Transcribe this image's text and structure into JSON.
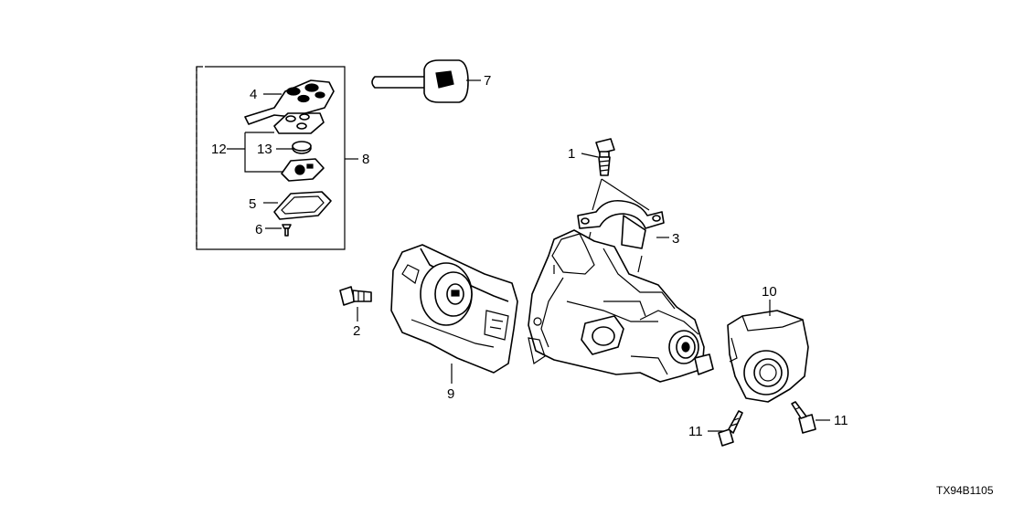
{
  "callouts": {
    "c1": "1",
    "c2": "2",
    "c3": "3",
    "c4": "4",
    "c5": "5",
    "c6": "6",
    "c7": "7",
    "c8": "8",
    "c9": "9",
    "c10": "10",
    "c11a": "11",
    "c11b": "11",
    "c12": "12",
    "c13": "13"
  },
  "diagram_code": "TX94B1105"
}
